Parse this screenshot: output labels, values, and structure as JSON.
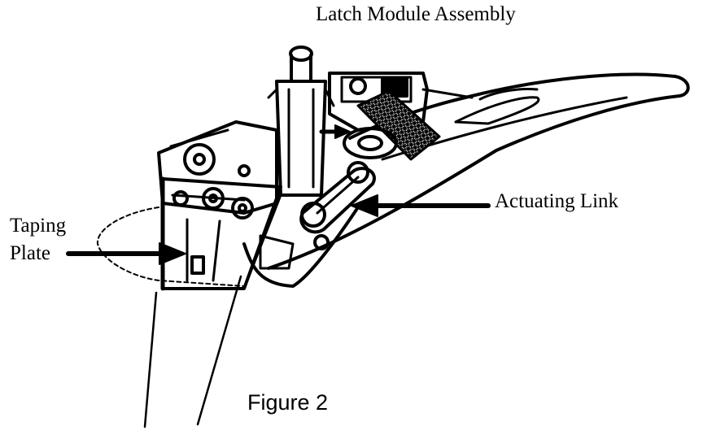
{
  "labels": {
    "title": "Latch Module Assembly",
    "actuating_link": "Actuating  Link",
    "taping_line1": "Taping",
    "taping_line2": "Plate",
    "figure_caption": "Figure 2"
  },
  "colors": {
    "ink": "#000000",
    "paper": "#ffffff"
  }
}
